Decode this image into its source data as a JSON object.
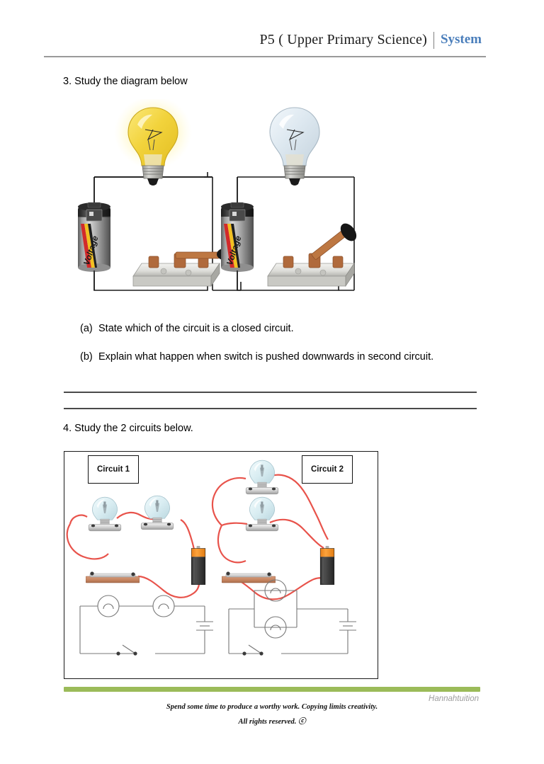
{
  "header": {
    "title": "P5 ( Upper Primary Science)",
    "system_label": "System",
    "accent_color": "#4A7EBB"
  },
  "questions": [
    {
      "number": "3. Study the diagram below",
      "parts": [
        {
          "label": "(a)",
          "text": "State which of the circuit is a closed circuit."
        },
        {
          "label": "(b)",
          "text": "Explain what happen when switch is pushed downwards in second circuit."
        }
      ]
    },
    {
      "number": "4. Study the 2 circuits below.",
      "parts": []
    }
  ],
  "q3_diagram": {
    "left_circuit": {
      "bulb_state": "lit",
      "bulb_color": "#F4D93E",
      "glow_color": "#FFF2A0",
      "battery_label": "Voltage",
      "switch_state": "closed"
    },
    "right_circuit": {
      "bulb_state": "unlit",
      "bulb_color": "#DCE6EE",
      "battery_label": "Voltage",
      "switch_state": "open"
    },
    "wire_color": "#1a1a1a"
  },
  "q4_box": {
    "labels": [
      {
        "text": "Circuit 1"
      },
      {
        "text": "Circuit 2"
      }
    ],
    "circuit_1": {
      "arrangement": "series",
      "bulb_count": 2,
      "wire_color": "#E8534B",
      "battery_top_color": "#F79020",
      "battery_body_color": "#3E3E3E",
      "switch_base_color": "#C98A6A"
    },
    "circuit_2": {
      "arrangement": "parallel",
      "bulb_count": 2,
      "wire_color": "#E8534B",
      "battery_top_color": "#F79020",
      "battery_body_color": "#3E3E3E",
      "switch_base_color": "#C98A6A"
    },
    "schematic_line_color": "#777777"
  },
  "footer": {
    "bar_color": "#9BBB59",
    "credit": "Hannahtuition",
    "motto": "Spend some time to produce a worthy work. Copying limits creativity.",
    "rights": "All rights reserved. ⓒ"
  }
}
